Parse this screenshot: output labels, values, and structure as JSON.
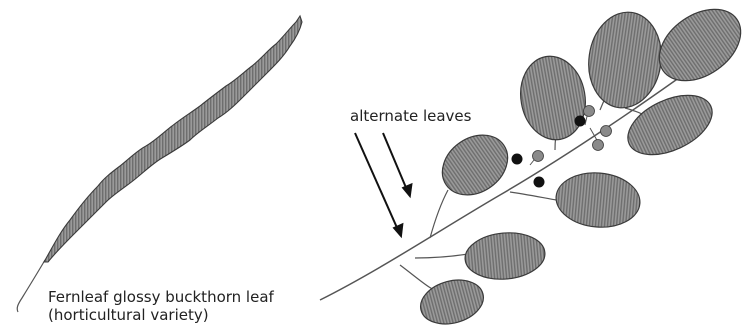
{
  "labels": {
    "alternate_leaves": "alternate leaves",
    "fernleaf_line1": "Fernleaf glossy buckthorn leaf",
    "fernleaf_line2": "(horticultural variety)"
  },
  "colors": {
    "background": "#ffffff",
    "leaf_fill": "#8c8c8c",
    "leaf_stroke": "#3a3a3a",
    "stem": "#555555",
    "arrow": "#111111",
    "berry_dark": "#111111",
    "berry_light": "#8a8a8a",
    "text": "#222222"
  }
}
